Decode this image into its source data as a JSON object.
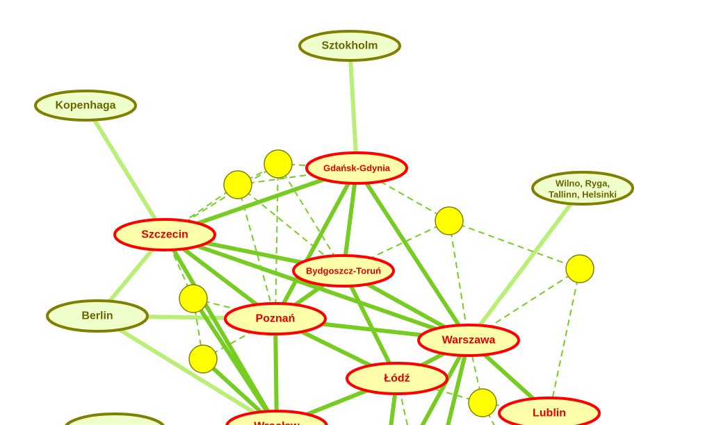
{
  "colors": {
    "background": "#ffffff",
    "domestic_fill": "#ffffaa",
    "domestic_stroke": "#ff0000",
    "domestic_text": "#e00000",
    "foreign_fill": "#eeffcc",
    "foreign_stroke": "#808000",
    "foreign_text": "#666600",
    "junction_fill": "#ffff00",
    "junction_stroke": "#808000",
    "edge_main": "#77cc22",
    "edge_foreign": "#bbee77",
    "edge_dashed": "#77cc22"
  },
  "nodes": [
    {
      "id": "sztokholm",
      "type": "foreign",
      "label": "Sztokholm"
    },
    {
      "id": "kopenhaga",
      "type": "foreign",
      "label": "Kopenhaga"
    },
    {
      "id": "wilno",
      "type": "foreign",
      "label": "Wilno, Ryga,",
      "label2": "Tallinn, Helsinki"
    },
    {
      "id": "berlin",
      "type": "foreign",
      "label": "Berlin"
    },
    {
      "id": "bottom-left",
      "type": "foreign",
      "label": ""
    },
    {
      "id": "gdansk",
      "type": "domestic",
      "label": "Gdańsk-Gdynia"
    },
    {
      "id": "szczecin",
      "type": "domestic",
      "label": "Szczecin"
    },
    {
      "id": "bydgoszcz",
      "type": "domestic",
      "label": "Bydgoszcz-Toruń"
    },
    {
      "id": "poznan",
      "type": "domestic",
      "label": "Poznań"
    },
    {
      "id": "warszawa",
      "type": "domestic",
      "label": "Warszawa"
    },
    {
      "id": "lodz",
      "type": "domestic",
      "label": "Łódź"
    },
    {
      "id": "lublin",
      "type": "domestic",
      "label": "Lublin"
    },
    {
      "id": "wroclaw",
      "type": "domestic",
      "label": "Wrocław"
    },
    {
      "id": "j1",
      "type": "junction",
      "label": ""
    },
    {
      "id": "j2",
      "type": "junction",
      "label": ""
    },
    {
      "id": "j3",
      "type": "junction",
      "label": ""
    },
    {
      "id": "j4",
      "type": "junction",
      "label": ""
    },
    {
      "id": "j5",
      "type": "junction",
      "label": ""
    },
    {
      "id": "j6",
      "type": "junction",
      "label": ""
    },
    {
      "id": "j7",
      "type": "junction",
      "label": ""
    }
  ],
  "edges": [
    {
      "from": "sztokholm",
      "to": "gdansk",
      "style": "foreign"
    },
    {
      "from": "kopenhaga",
      "to": "szczecin",
      "style": "foreign"
    },
    {
      "from": "wilno",
      "to": "warszawa",
      "style": "foreign"
    },
    {
      "from": "berlin",
      "to": "szczecin",
      "style": "foreign"
    },
    {
      "from": "berlin",
      "to": "poznan",
      "style": "foreign"
    },
    {
      "from": "berlin",
      "to": "wroclaw",
      "style": "foreign"
    },
    {
      "from": "gdansk",
      "to": "szczecin",
      "style": "main"
    },
    {
      "from": "gdansk",
      "to": "bydgoszcz",
      "style": "main"
    },
    {
      "from": "gdansk",
      "to": "poznan",
      "style": "main"
    },
    {
      "from": "gdansk",
      "to": "warszawa",
      "style": "main"
    },
    {
      "from": "szczecin",
      "to": "poznan",
      "style": "main"
    },
    {
      "from": "szczecin",
      "to": "bydgoszcz",
      "style": "main"
    },
    {
      "from": "szczecin",
      "to": "warszawa",
      "style": "main"
    },
    {
      "from": "szczecin",
      "to": "wroclaw",
      "style": "main"
    },
    {
      "from": "bydgoszcz",
      "to": "poznan",
      "style": "main"
    },
    {
      "from": "bydgoszcz",
      "to": "warszawa",
      "style": "main"
    },
    {
      "from": "bydgoszcz",
      "to": "lodz",
      "style": "main"
    },
    {
      "from": "poznan",
      "to": "warszawa",
      "style": "main"
    },
    {
      "from": "poznan",
      "to": "wroclaw",
      "style": "main"
    },
    {
      "from": "poznan",
      "to": "lodz",
      "style": "main"
    },
    {
      "from": "warszawa",
      "to": "lodz",
      "style": "main"
    },
    {
      "from": "warszawa",
      "to": "lublin",
      "style": "main"
    },
    {
      "from": "lodz",
      "to": "wroclaw",
      "style": "main"
    },
    {
      "from": "j3",
      "to": "wroclaw",
      "style": "main"
    },
    {
      "from": "j4",
      "to": "wroclaw",
      "style": "main"
    },
    {
      "from": "j1",
      "to": "gdansk",
      "style": "dashed"
    },
    {
      "from": "j2",
      "to": "gdansk",
      "style": "dashed"
    },
    {
      "from": "j1",
      "to": "j2",
      "style": "dashed"
    },
    {
      "from": "j1",
      "to": "szczecin",
      "style": "dashed"
    },
    {
      "from": "j2",
      "to": "szczecin",
      "style": "dashed"
    },
    {
      "from": "j1",
      "to": "poznan",
      "style": "dashed"
    },
    {
      "from": "j2",
      "to": "poznan",
      "style": "dashed"
    },
    {
      "from": "j1",
      "to": "bydgoszcz",
      "style": "dashed"
    },
    {
      "from": "j2",
      "to": "bydgoszcz",
      "style": "dashed"
    },
    {
      "from": "j5",
      "to": "gdansk",
      "style": "dashed"
    },
    {
      "from": "j5",
      "to": "bydgoszcz",
      "style": "dashed"
    },
    {
      "from": "j5",
      "to": "warszawa",
      "style": "dashed"
    },
    {
      "from": "j5",
      "to": "j6",
      "style": "dashed"
    },
    {
      "from": "j6",
      "to": "warszawa",
      "style": "dashed"
    },
    {
      "from": "j6",
      "to": "lublin",
      "style": "dashed"
    },
    {
      "from": "j3",
      "to": "poznan",
      "style": "dashed"
    },
    {
      "from": "j3",
      "to": "j4",
      "style": "dashed"
    },
    {
      "from": "j3",
      "to": "szczecin",
      "style": "dashed"
    },
    {
      "from": "j4",
      "to": "poznan",
      "style": "dashed"
    },
    {
      "from": "j7",
      "to": "warszawa",
      "style": "dashed"
    },
    {
      "from": "j7",
      "to": "lublin",
      "style": "dashed"
    },
    {
      "from": "j7",
      "to": "lodz",
      "style": "dashed"
    },
    {
      "from": "warszawa",
      "to": "off-bottom-1",
      "style": "main"
    },
    {
      "from": "warszawa",
      "to": "off-bottom-2",
      "style": "main"
    },
    {
      "from": "lodz",
      "to": "off-bottom-3",
      "style": "main"
    },
    {
      "from": "lodz",
      "to": "off-bottom-4",
      "style": "dashed"
    },
    {
      "from": "j7",
      "to": "off-bottom-5",
      "style": "dashed"
    }
  ]
}
